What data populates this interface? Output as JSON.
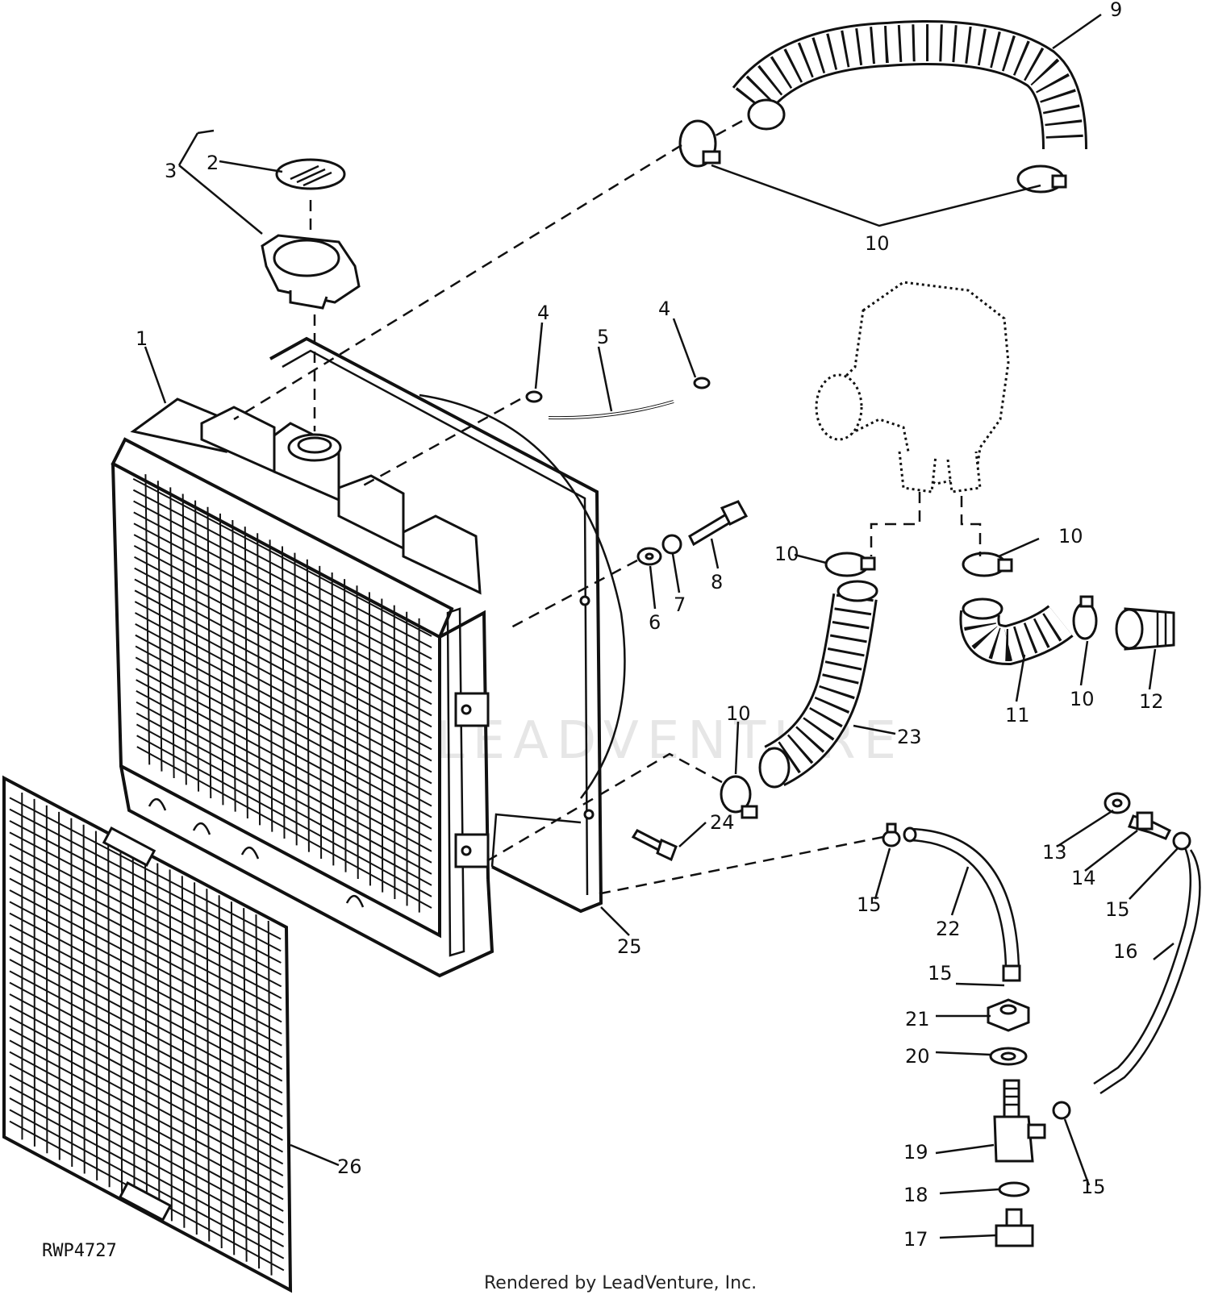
{
  "diagram": {
    "figure_code": "RWP4727",
    "footer": "Rendered by LeadVenture, Inc.",
    "watermark": "LEADVENTURE",
    "callouts": {
      "c1": "1",
      "c2": "2",
      "c3": "3",
      "c4a": "4",
      "c4b": "4",
      "c5": "5",
      "c6": "6",
      "c7": "7",
      "c8": "8",
      "c9": "9",
      "c10a": "10",
      "c10b": "10",
      "c10c": "10",
      "c10d": "10",
      "c10e": "10",
      "c11": "11",
      "c12": "12",
      "c13": "13",
      "c14": "14",
      "c15a": "15",
      "c15b": "15",
      "c15c": "15",
      "c15d": "15",
      "c16": "16",
      "c17": "17",
      "c18": "18",
      "c19": "19",
      "c20": "20",
      "c21": "21",
      "c22": "22",
      "c23": "23",
      "c24": "24",
      "c25": "25",
      "c26": "26"
    }
  }
}
